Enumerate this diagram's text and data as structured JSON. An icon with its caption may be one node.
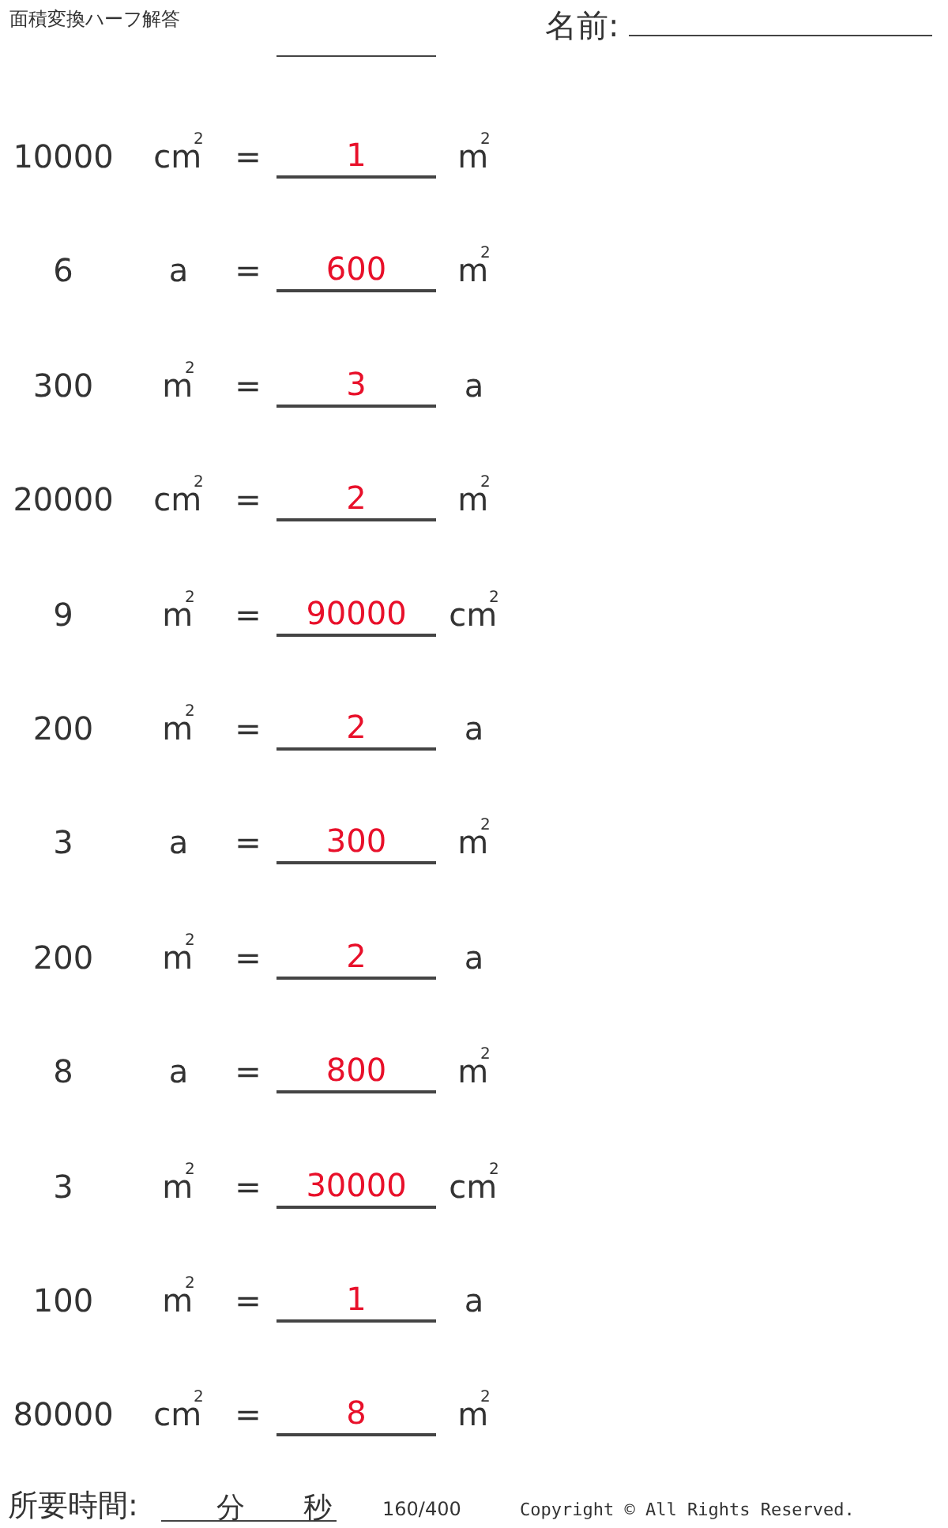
{
  "diagram": {
    "title": "面積変換ハーフ解答",
    "labels": [
      "名前:",
      "10000",
      "cm$^{2}$",
      "=",
      "1",
      "m$^{2}$",
      "6",
      "a",
      "=",
      "600",
      "m$^{2}$",
      "300",
      "m$^{2}$",
      "=",
      "3",
      "a",
      "20000",
      "cm$^{2}$",
      "=",
      "2",
      "m$^{2}$",
      "9",
      "m$^{2}$",
      "=",
      "90000",
      "cm$^{2}$",
      "200",
      "m$^{2}$",
      "=",
      "2",
      "a",
      "3",
      "a",
      "=",
      "300",
      "m$^{2}$",
      "200",
      "m$^{2}$",
      "=",
      "2",
      "a",
      "8",
      "a",
      "=",
      "800",
      "m$^{2}$",
      "3",
      "m$^{2}$",
      "=",
      "30000",
      "cm$^{2}$",
      "100",
      "m$^{2}$",
      "=",
      "1",
      "a",
      "80000",
      "cm$^{2}$",
      "=",
      "8",
      "m$^{2}$",
      "所要時間:",
      "分",
      "秒",
      "160/400",
      "Copyright © All Rights Reserved."
    ]
  }
}
